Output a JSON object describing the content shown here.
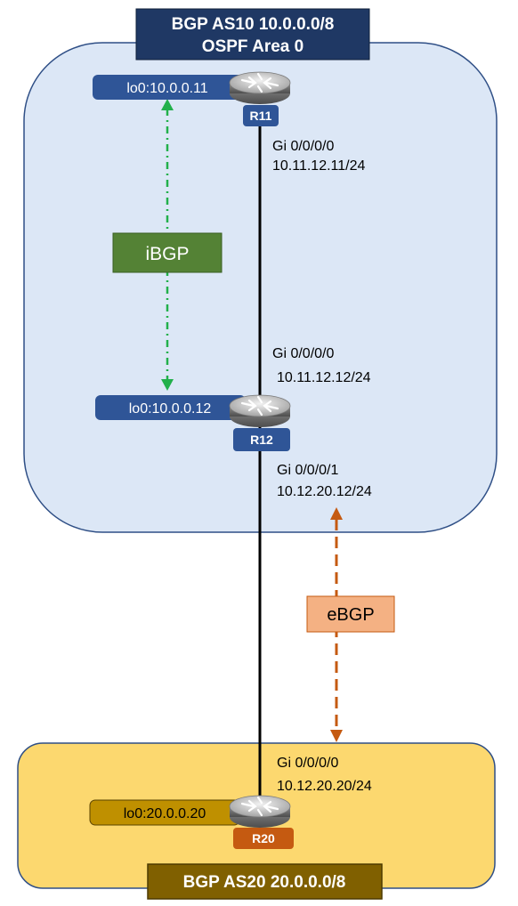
{
  "as10": {
    "title_line1": "BGP AS10 10.0.0.0/8",
    "title_line2": "OSPF Area 0"
  },
  "as20": {
    "title": "BGP AS20 20.0.0.0/8"
  },
  "routers": {
    "r11": {
      "name": "R11",
      "loopback": "lo0:10.0.0.11",
      "iface_down_name": "Gi 0/0/0/0",
      "iface_down_ip": "10.11.12.11/24"
    },
    "r12": {
      "name": "R12",
      "loopback": "lo0:10.0.0.12",
      "iface_up_name": "Gi 0/0/0/0",
      "iface_up_ip": "10.11.12.12/24",
      "iface_down_name": "Gi 0/0/0/1",
      "iface_down_ip": "10.12.20.12/24"
    },
    "r20": {
      "name": "R20",
      "loopback": "lo0:20.0.0.20",
      "iface_up_name": "Gi 0/0/0/0",
      "iface_up_ip": "10.12.20.20/24"
    }
  },
  "sessions": {
    "ibgp": "iBGP",
    "ebgp": "eBGP"
  },
  "colors": {
    "as10_fill": "#dce7f6",
    "as10_border": "#2f4f86",
    "as20_fill": "#fcd86f",
    "as20_border": "#2f4f86",
    "title_navy": "#1f3864",
    "label_blue": "#2f5597",
    "r20_label": "#c55a11",
    "r20_lo_fill": "#bf9000",
    "ibgp_fill": "#548235",
    "ibgp_arrow": "#22b04b",
    "ebgp_fill": "#f4b183",
    "ebgp_arrow": "#c55a11",
    "router_body": "#a6a6a6"
  },
  "icons": {
    "router": "router-icon"
  }
}
